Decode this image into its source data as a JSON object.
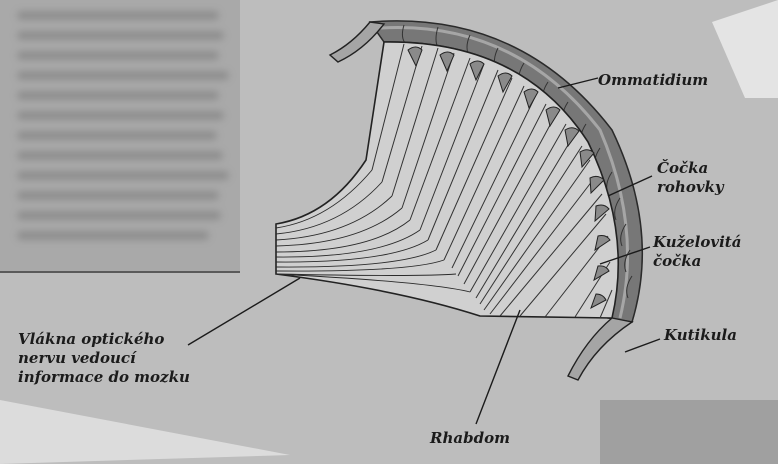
{
  "labels": {
    "ommatidium": "Ommatidium",
    "cocka_rohovky": [
      "Čočka",
      "rohovky"
    ],
    "kuzelovita_cocka": [
      "Kuželovitá",
      "čočka"
    ],
    "kutikula": "Kutikula",
    "vlakna": [
      "Vlákna optického",
      "nervu vedoucí",
      "informace do mozku"
    ],
    "rhabdom": "Rhabdom"
  }
}
